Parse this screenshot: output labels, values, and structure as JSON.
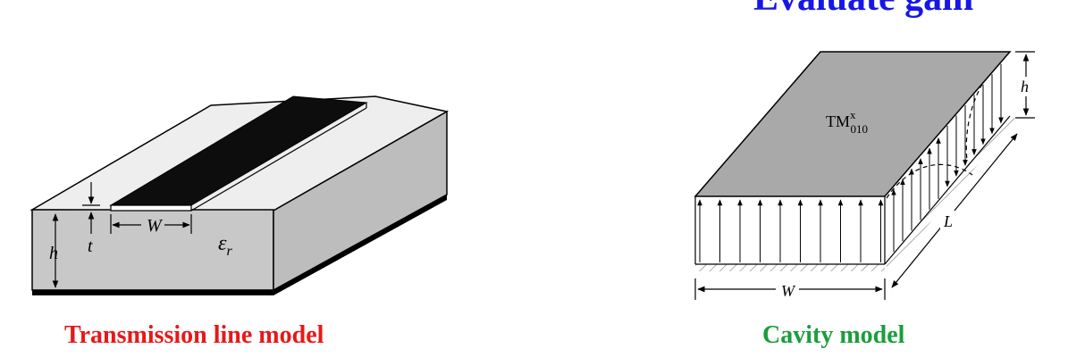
{
  "heading": "Evaluate gain",
  "captions": {
    "left": "Transmission line model",
    "right": "Cavity model"
  },
  "colors": {
    "heading": "#1616e6",
    "left_caption": "#e81818",
    "right_caption": "#1a9e3a",
    "substrate_gray": "#c8c8c8",
    "patch_gray": "#a9a9a9"
  },
  "tl_diagram": {
    "label_h": "h",
    "label_t": "t",
    "label_W": "W",
    "label_eps": "ε",
    "label_eps_sub": "r"
  },
  "cavity_diagram": {
    "mode_base": "TM",
    "mode_sup": "x",
    "mode_sub": "010",
    "label_h": "h",
    "label_L": "L",
    "label_W": "W"
  }
}
